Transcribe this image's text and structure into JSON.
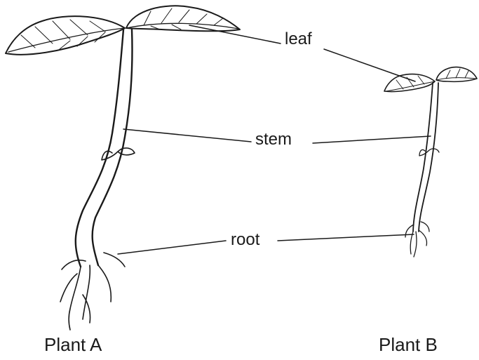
{
  "labels": {
    "leaf": "leaf",
    "stem": "stem",
    "root": "root"
  },
  "captions": {
    "plant_a": "Plant A",
    "plant_b": "Plant B"
  },
  "colors": {
    "ink": "#1a1a1a",
    "background": "#ffffff"
  }
}
